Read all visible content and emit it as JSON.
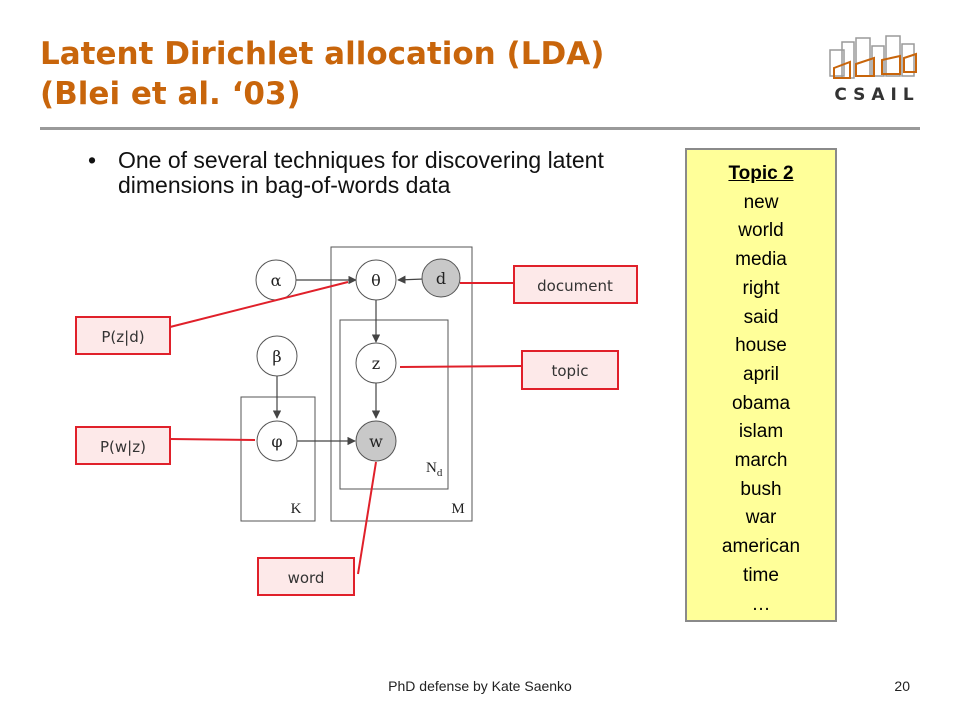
{
  "slide": {
    "title_line1": "Latent Dirichlet allocation (LDA)",
    "title_line2": "(Blei et al. ‘03)",
    "logo_text": "CSAIL",
    "bullet_marker": "•",
    "bullet_text": "One of several techniques for discovering latent dimensions in bag-of-words data",
    "footer_text": "PhD defense by Kate Saenko",
    "page_number": "20"
  },
  "colors": {
    "title": "#c8650b",
    "callout_border": "#e0202a",
    "callout_fill": "#fde9e9",
    "topic_fill": "#ffff99",
    "observed_node": "#c8c8c8"
  },
  "diagram": {
    "nodes": {
      "alpha": "α",
      "theta": "θ",
      "d": "d",
      "beta": "β",
      "z": "z",
      "phi": "φ",
      "w": "w"
    },
    "plates": {
      "K": "K",
      "M": "M",
      "Nd_main": "N",
      "Nd_sub": "d"
    },
    "callouts": {
      "document": "document",
      "pzd": "P(z|d)",
      "topic": "topic",
      "pwz": "P(w|z)",
      "word": "word"
    }
  },
  "topic": {
    "heading": "Topic 2",
    "words": [
      "new",
      "world",
      "media",
      "right",
      "said",
      "house",
      "april",
      "obama",
      "islam",
      "march",
      "bush",
      "war",
      "american",
      "time",
      "…"
    ]
  }
}
